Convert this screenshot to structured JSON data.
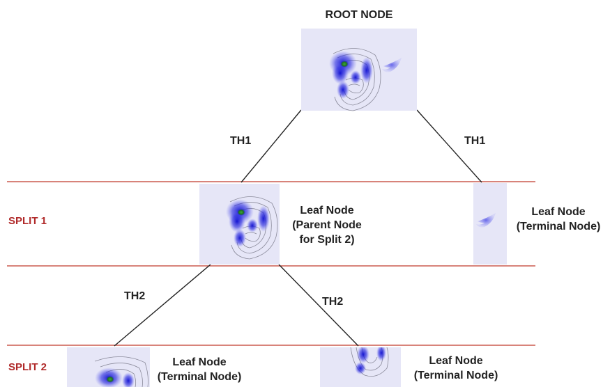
{
  "root": {
    "title": "ROOT NODE"
  },
  "edges": {
    "th1_left": "TH1",
    "th1_right": "TH1",
    "th2_left": "TH2",
    "th2_right": "TH2"
  },
  "splits": {
    "split1": "SPLIT 1",
    "split2": "SPLIT 2"
  },
  "nodes": {
    "split1_left": {
      "line1": "Leaf Node",
      "line2": "(Parent Node",
      "line3": "for Split 2)"
    },
    "split1_right": {
      "line1": "Leaf Node",
      "line2": "(Terminal Node)"
    },
    "split2_left": {
      "line1": "Leaf Node",
      "line2": "(Terminal Node)"
    },
    "split2_right": {
      "line1": "Leaf Node",
      "line2": "(Terminal Node)"
    }
  },
  "colors": {
    "split_line": "#c0392b",
    "split_label": "#b02a2a",
    "panel_bg": "#e6e6f7",
    "density_blue": "#1a1ad6",
    "density_peak": "#2e8b2e",
    "contour": "#8a8a9a"
  }
}
